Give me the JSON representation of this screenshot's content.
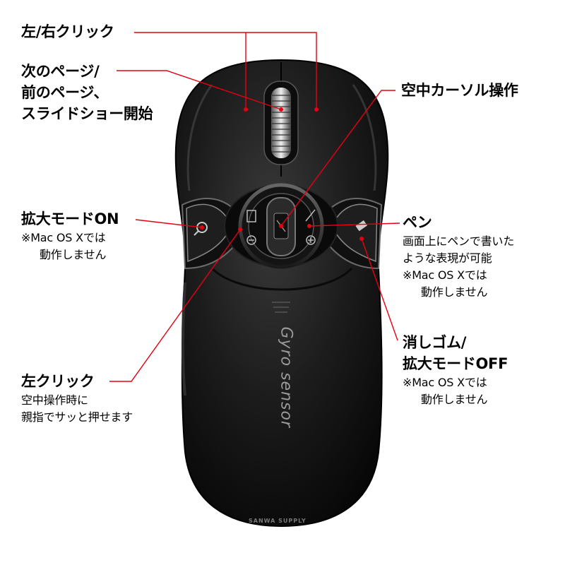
{
  "callouts": {
    "left_right_click": {
      "title": "左/右クリック"
    },
    "page_nav": {
      "line1": "次のページ/",
      "line2": "前のページ、",
      "line3": "スライドショー開始"
    },
    "air_cursor": {
      "title": "空中カーソル操作"
    },
    "zoom_on": {
      "title": "拡大モードON",
      "note1": "※Mac OS Xでは",
      "note2": "動作しません"
    },
    "pen": {
      "title": "ペン",
      "desc1": "画面上にペンで書いた",
      "desc2": "ような表現が可能",
      "note1": "※Mac OS Xでは",
      "note2": "動作しません"
    },
    "eraser": {
      "title1": "消しゴム/",
      "title2": "拡大モードOFF",
      "note1": "※Mac OS Xでは",
      "note2": "動作しません"
    },
    "left_click": {
      "title": "左クリック",
      "desc1": "空中操作時に",
      "desc2": "親指でサッと押せます"
    }
  },
  "mouse": {
    "logo": "Gyro sensor",
    "brand": "SANWA SUPPLY"
  },
  "colors": {
    "leader": "#e60012",
    "body": "#1a1a1a",
    "text": "#000000"
  }
}
